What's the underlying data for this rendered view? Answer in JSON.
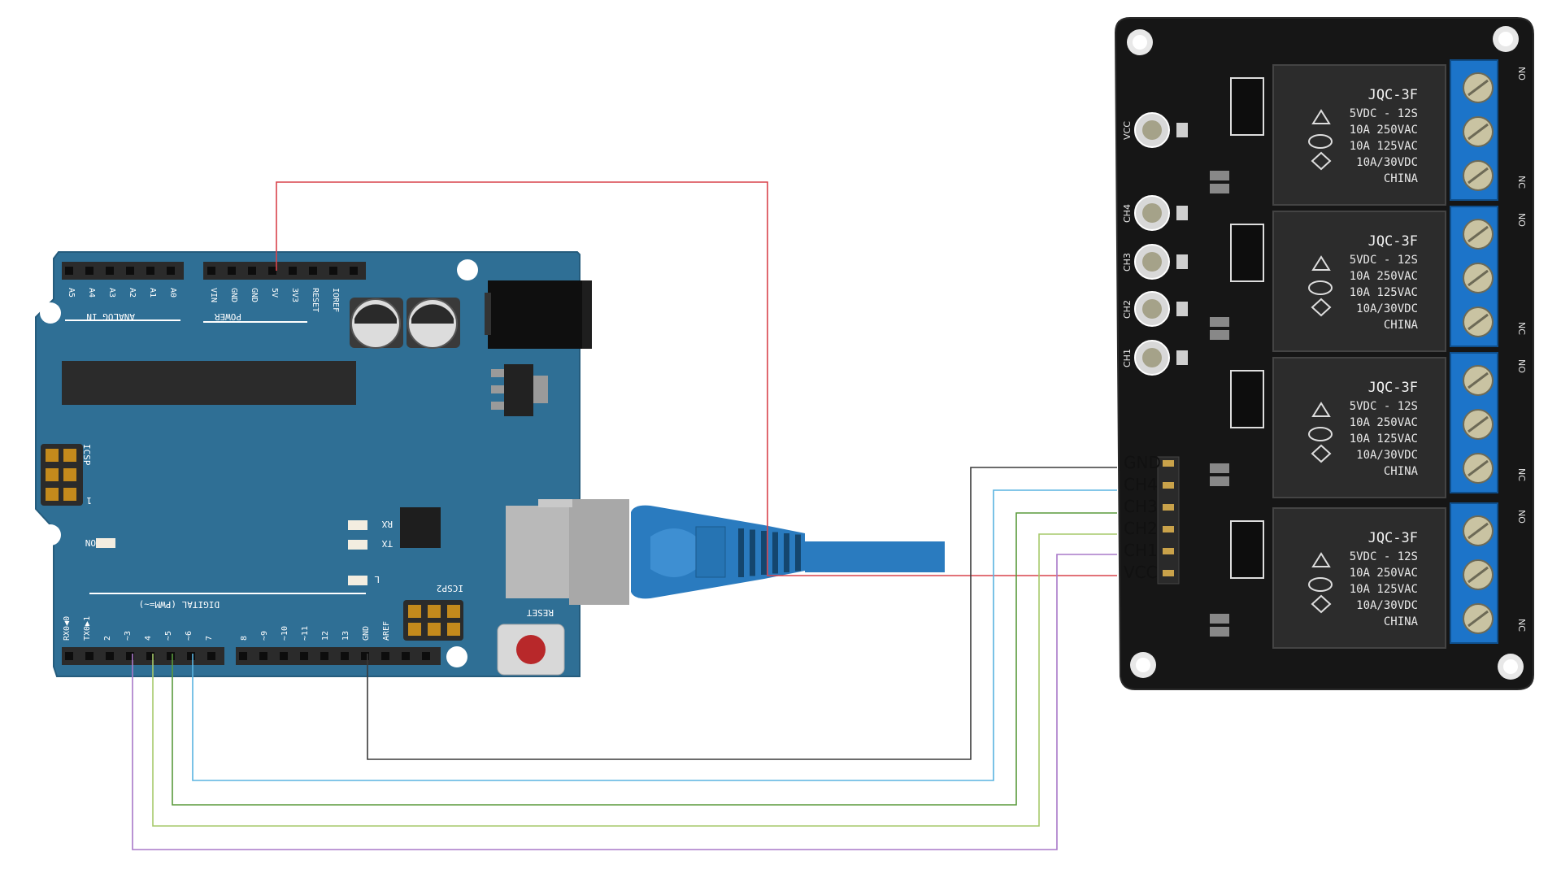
{
  "arduino": {
    "analog_pins": [
      "A5",
      "A4",
      "A3",
      "A2",
      "A1",
      "A0"
    ],
    "analog_title": "ANALOG IN",
    "power_pins": [
      "VIN",
      "GND",
      "GND",
      "5V",
      "3V3",
      "RESET",
      "IOREF"
    ],
    "power_title": "POWER",
    "digital_pins_left": [
      "RX0◀0",
      "TX0▶1",
      "2",
      "~3",
      "4",
      "~5",
      "~6",
      "7"
    ],
    "digital_pins_right": [
      "8",
      "~9",
      "~10",
      "~11",
      "12",
      "13",
      "GND",
      "AREF"
    ],
    "digital_title": "DIGITAL (PWM=~)",
    "icsp_label": "ICSP",
    "icsp2_label": "ICSP2",
    "rx_label": "RX",
    "tx_label": "TX",
    "l_label": "L",
    "on_label": "ON",
    "reset_label": "RESET",
    "icsp_pin1": "1"
  },
  "relay_module": {
    "relays": [
      {
        "brand": "JQC-3F",
        "lines": [
          "5VDC - 12S",
          "10A 250VAC",
          "10A 125VAC",
          "10A/30VDC",
          "CHINA"
        ]
      },
      {
        "brand": "JQC-3F",
        "lines": [
          "5VDC - 12S",
          "10A 250VAC",
          "10A 125VAC",
          "10A/30VDC",
          "CHINA"
        ]
      },
      {
        "brand": "JQC-3F",
        "lines": [
          "5VDC - 12S",
          "10A 250VAC",
          "10A 125VAC",
          "10A/30VDC",
          "CHINA"
        ]
      },
      {
        "brand": "JQC-3F",
        "lines": [
          "5VDC - 12S",
          "10A 250VAC",
          "10A 125VAC",
          "10A/30VDC",
          "CHINA"
        ]
      }
    ],
    "led_labels": [
      "VCC",
      "CH4",
      "CH3",
      "CH2",
      "CH1"
    ],
    "header_pins": [
      "GND",
      "CH4",
      "CH3",
      "CH2",
      "CH1",
      "VCC"
    ],
    "terminal_labels": [
      "NO",
      "NC"
    ]
  },
  "wires": [
    {
      "from": "5V",
      "to": "VCC",
      "color": "#d9434b"
    },
    {
      "from": "GND",
      "to": "GND",
      "color": "#3a3a3a"
    },
    {
      "from": "~6",
      "to": "CH4",
      "color": "#5ab4e0"
    },
    {
      "from": "~5",
      "to": "CH3",
      "color": "#5a9a3c"
    },
    {
      "from": "4",
      "to": "CH2",
      "color": "#a6c96a"
    },
    {
      "from": "~3",
      "to": "CH1",
      "color": "#a878c8"
    }
  ],
  "colors": {
    "board": "#2f6f95",
    "board_dark": "#1e5878",
    "relay_pcb": "#1a1a1a",
    "terminal": "#1c74c9",
    "usb_cable": "#2a7bbf"
  }
}
